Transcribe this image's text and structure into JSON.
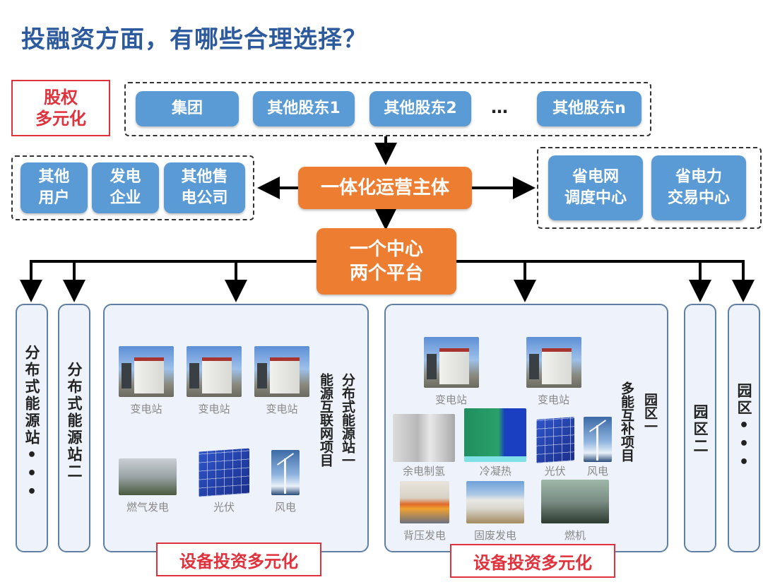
{
  "title": "投融资方面，有哪些合理选择？",
  "equity_label": "股权\n多元化",
  "shareholders": [
    "集团",
    "其他股东1",
    "其他股东2",
    "其他股东n"
  ],
  "shareholders_ellipsis": "…",
  "left_partners": [
    "其他\n用户",
    "发电\n企业",
    "其他售\n电公司"
  ],
  "right_partners": [
    "省电网\n调度中心",
    "省电力\n交易中心"
  ],
  "operator": "一体化运营主体",
  "center": "一个中心\n两个平台",
  "side_columns": {
    "station_more": {
      "label": "分布式能源站",
      "dots": "•\n•\n•"
    },
    "station_two": {
      "label": "分布式能源站二"
    },
    "park_two": {
      "label": "园区二"
    },
    "park_more": {
      "label": "园区",
      "dots": "•\n•\n•"
    }
  },
  "project1": {
    "title": "分布式能源站一",
    "subtitle": "能源互联网项目",
    "items": [
      {
        "icon": "substation-image",
        "label": "变电站"
      },
      {
        "icon": "substation-image",
        "label": "变电站"
      },
      {
        "icon": "substation-image",
        "label": "变电站"
      },
      {
        "icon": "gas-power-image",
        "label": "燃气发电"
      },
      {
        "icon": "solar-panel-image",
        "label": "光伏"
      },
      {
        "icon": "wind-turbine-image",
        "label": "风电"
      }
    ],
    "tag": "设备投资多元化"
  },
  "project2": {
    "title": "园区一",
    "subtitle": "多能互补项目",
    "items": [
      {
        "icon": "substation-image",
        "label": "变电站"
      },
      {
        "icon": "substation-image",
        "label": "变电站"
      },
      {
        "icon": "hydrogen-equipment-image",
        "label": "余电制氢"
      },
      {
        "icon": "condensing-heat-image",
        "label": "冷凝热"
      },
      {
        "icon": "solar-panel-image",
        "label": "光伏"
      },
      {
        "icon": "wind-turbine-image",
        "label": "风电"
      },
      {
        "icon": "back-pressure-image",
        "label": "背压发电"
      },
      {
        "icon": "solid-waste-image",
        "label": "固废发电"
      },
      {
        "icon": "gas-turbine-image",
        "label": "燃机"
      }
    ],
    "tag": "设备投资多元化"
  },
  "colors": {
    "title": "#2c5a9c",
    "blue_box": "#5b9bd5",
    "orange_box": "#ed7d31",
    "red_label": "#e0323c",
    "card_bg": "#eef3fb",
    "card_border": "#5f7fa3"
  }
}
